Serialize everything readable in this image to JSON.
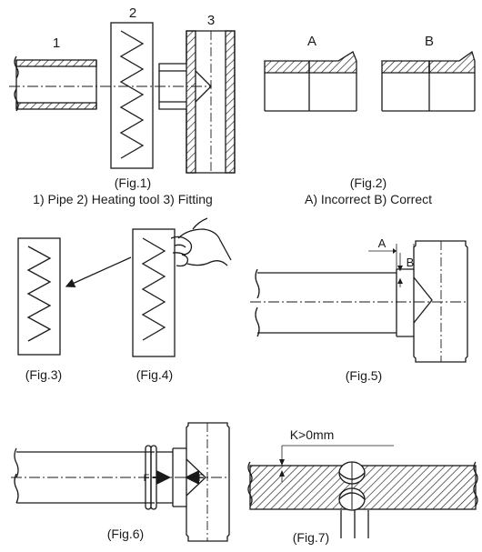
{
  "fig1": {
    "num_pipe": "1",
    "num_heating": "2",
    "num_fitting": "3",
    "caption": "(Fig.1)",
    "legend": "1) Pipe  2) Heating tool  3) Fitting"
  },
  "fig2": {
    "label_a": "A",
    "label_b": "B",
    "caption": "(Fig.2)",
    "legend": "A) Incorrect    B) Correct"
  },
  "fig3": {
    "caption": "(Fig.3)"
  },
  "fig4": {
    "caption": "(Fig.4)"
  },
  "fig5": {
    "label_a": "A",
    "label_b": "B",
    "caption": "(Fig.5)"
  },
  "fig6": {
    "force_left": "F",
    "force_right": "F",
    "caption": "(Fig.6)"
  },
  "fig7": {
    "dimension": "K>0mm",
    "caption": "(Fig.7)"
  }
}
